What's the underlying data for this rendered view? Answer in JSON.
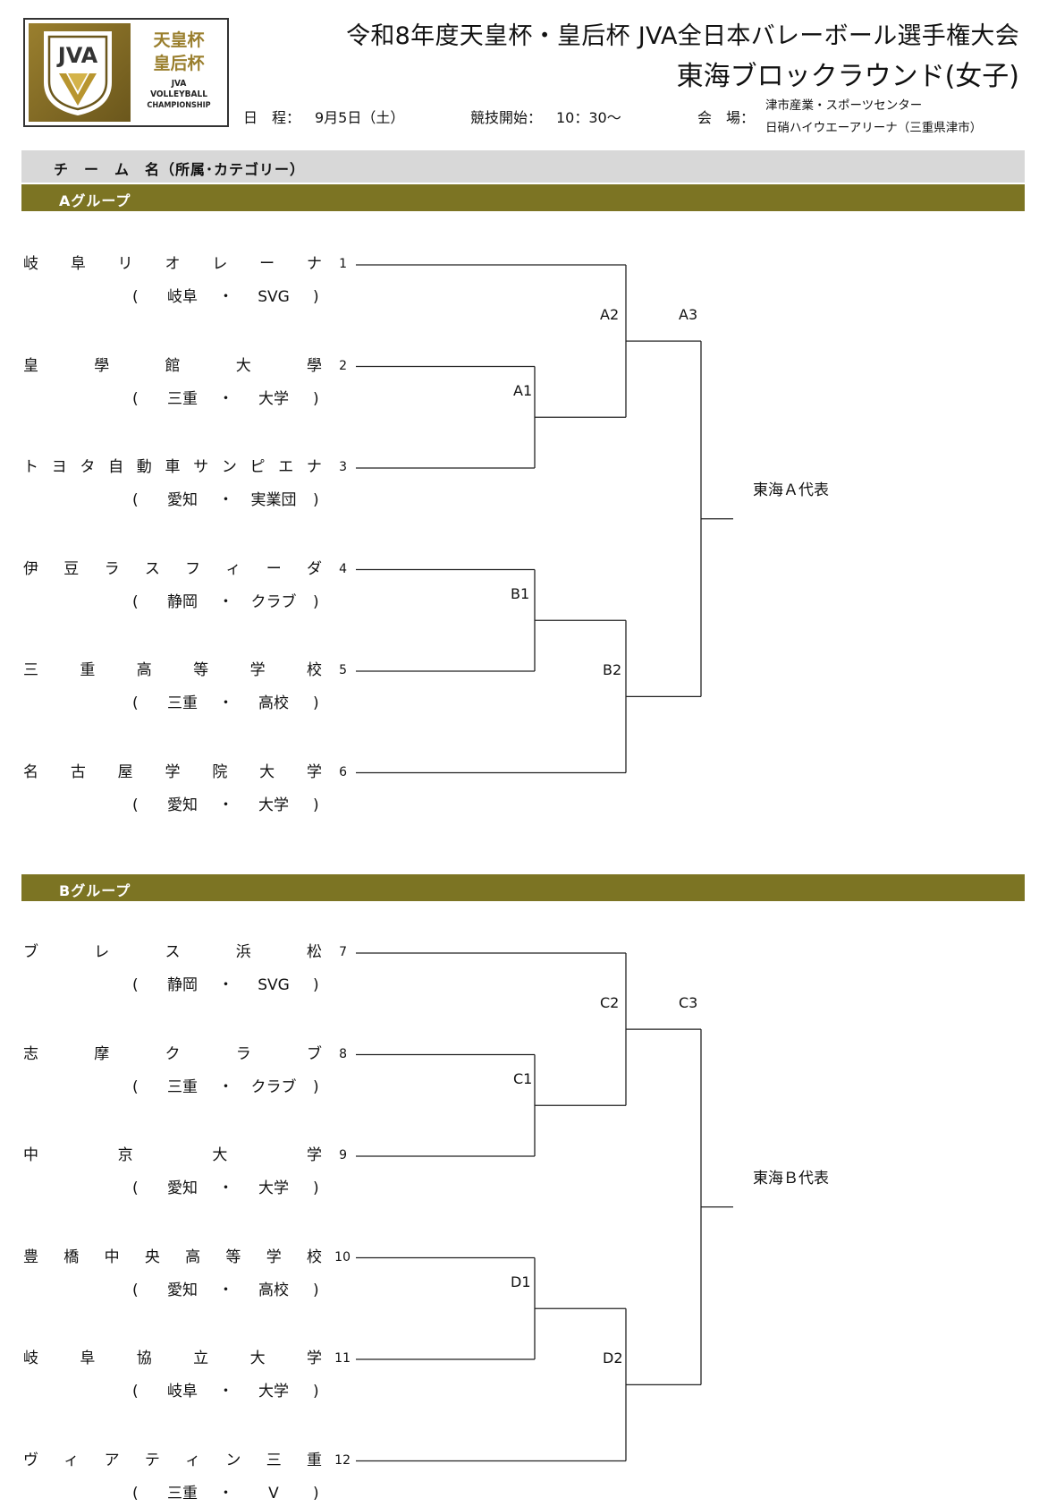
{
  "header": {
    "title_line1": "令和8年度天皇杯・皇后杯 JVA全日本バレーボール選手権大会",
    "title_line2": "東海ブロックラウンド(女子)",
    "schedule_label": "日　程：",
    "schedule_value": "9月5日（土）",
    "start_label": "競技開始：",
    "start_value": "10：30〜",
    "venue_label": "会　場：",
    "venue_line1": "津市産業・スポーツセンター",
    "venue_line2": "日硝ハイウエーアリーナ（三重県津市）"
  },
  "logo": {
    "cup_line1": "天皇杯",
    "cup_line2": "皇后杯",
    "en_line1": "JVA",
    "en_line2": "VOLLEYBALL",
    "en_line3": "CHAMPIONSHIP",
    "mark_text": "JVA",
    "gold_color": "#9a7f2e"
  },
  "table_header": "チ　ー　ム　名（所属･カテゴリー）",
  "colors": {
    "group_band": "#7c7423",
    "header_band": "#d8d8d8"
  },
  "groups": [
    {
      "name": "Aグループ",
      "representative": "東海Ａ代表",
      "teams": [
        {
          "seed": "1",
          "name": "岐阜リオレーナ",
          "pref": "岐阜",
          "category": "SVG"
        },
        {
          "seed": "2",
          "name": "皇學館大學",
          "pref": "三重",
          "category": "大学"
        },
        {
          "seed": "3",
          "name": "トヨタ自動車サンピエナ",
          "pref": "愛知",
          "category": "実業団"
        },
        {
          "seed": "4",
          "name": "伊豆ラスフィーダ",
          "pref": "静岡",
          "category": "クラブ"
        },
        {
          "seed": "5",
          "name": "三重高等学校",
          "pref": "三重",
          "category": "高校"
        },
        {
          "seed": "6",
          "name": "名古屋学院大学",
          "pref": "愛知",
          "category": "大学"
        }
      ],
      "matches": {
        "r1_top": "A1",
        "r2_top": "A2",
        "r1_bottom": "B1",
        "r2_bottom": "B2",
        "final": "A3"
      }
    },
    {
      "name": "Bグループ",
      "representative": "東海Ｂ代表",
      "teams": [
        {
          "seed": "7",
          "name": "ブレス浜松",
          "pref": "静岡",
          "category": "SVG"
        },
        {
          "seed": "8",
          "name": "志摩クラブ",
          "pref": "三重",
          "category": "クラブ"
        },
        {
          "seed": "9",
          "name": "中京大学",
          "pref": "愛知",
          "category": "大学"
        },
        {
          "seed": "10",
          "name": "豊橋中央高等学校",
          "pref": "愛知",
          "category": "高校"
        },
        {
          "seed": "11",
          "name": "岐阜協立大学",
          "pref": "岐阜",
          "category": "大学"
        },
        {
          "seed": "12",
          "name": "ヴィアティン三重",
          "pref": "三重",
          "category": "V"
        }
      ],
      "matches": {
        "r1_top": "C1",
        "r2_top": "C2",
        "r1_bottom": "D1",
        "r2_bottom": "D2",
        "final": "C3"
      }
    }
  ]
}
